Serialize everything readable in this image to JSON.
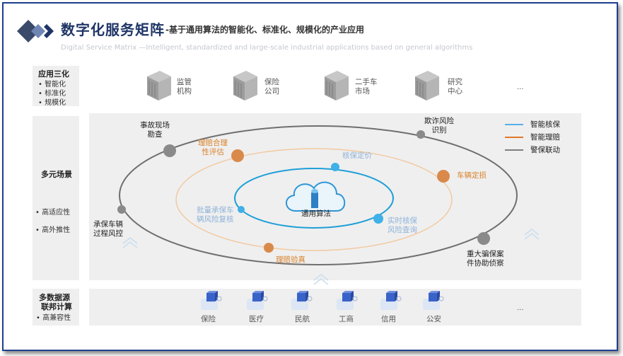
{
  "header": {
    "title": "数字化服务矩阵",
    "subtitle": "-基于通用算法的智能化、标准化、规模化的产业应用",
    "english": "Digital Service Matrix —Intelligent, standardized and large-scale industrial applications based on general algorithms"
  },
  "rows": {
    "application": {
      "title": "应用三化",
      "bullets": [
        "智能化",
        "标准化",
        "规模化"
      ]
    },
    "scenarios": {
      "title": "多元场景",
      "bullets": [
        "高适应性",
        "高外推性"
      ]
    },
    "data": {
      "title_line1": "多数据源",
      "title_line2": "联邦计算",
      "bullets": [
        "高兼容性"
      ]
    }
  },
  "entities": [
    {
      "line1": "监管",
      "line2": "机构"
    },
    {
      "line1": "保险",
      "line2": "公司"
    },
    {
      "line1": "二手车",
      "line2": "市场"
    },
    {
      "line1": "研究",
      "line2": "中心"
    }
  ],
  "entities_more": "...",
  "center_label": "通用算法",
  "outer_tags": [
    {
      "line1": "事故现场",
      "line2": "勘查"
    },
    {
      "line1": "欺诈风险",
      "line2": "识别"
    },
    {
      "line1": "承保车辆",
      "line2": "过程风控"
    },
    {
      "line1": "重大骗保案",
      "line2": "件协助侦察"
    }
  ],
  "middle_tags": [
    {
      "line1": "理赔合理",
      "line2": "性评估"
    },
    {
      "line1": "车辆定损",
      "line2": ""
    },
    {
      "line1": "理赔验真",
      "line2": ""
    }
  ],
  "inner_tags": [
    {
      "line1": "核保定价",
      "line2": ""
    },
    {
      "line1": "批量承保车",
      "line2": "辆风险复核"
    },
    {
      "line1": "实时核保",
      "line2": "风险查询"
    }
  ],
  "legend": [
    {
      "label": "智能核保",
      "color": "#5aaee8"
    },
    {
      "label": "智能理赔",
      "color": "#e0792b"
    },
    {
      "label": "警保联动",
      "color": "#7f7f7f"
    }
  ],
  "data_sources": [
    "保险",
    "医疗",
    "民航",
    "工商",
    "信用",
    "公安"
  ],
  "data_sources_more": "..."
}
